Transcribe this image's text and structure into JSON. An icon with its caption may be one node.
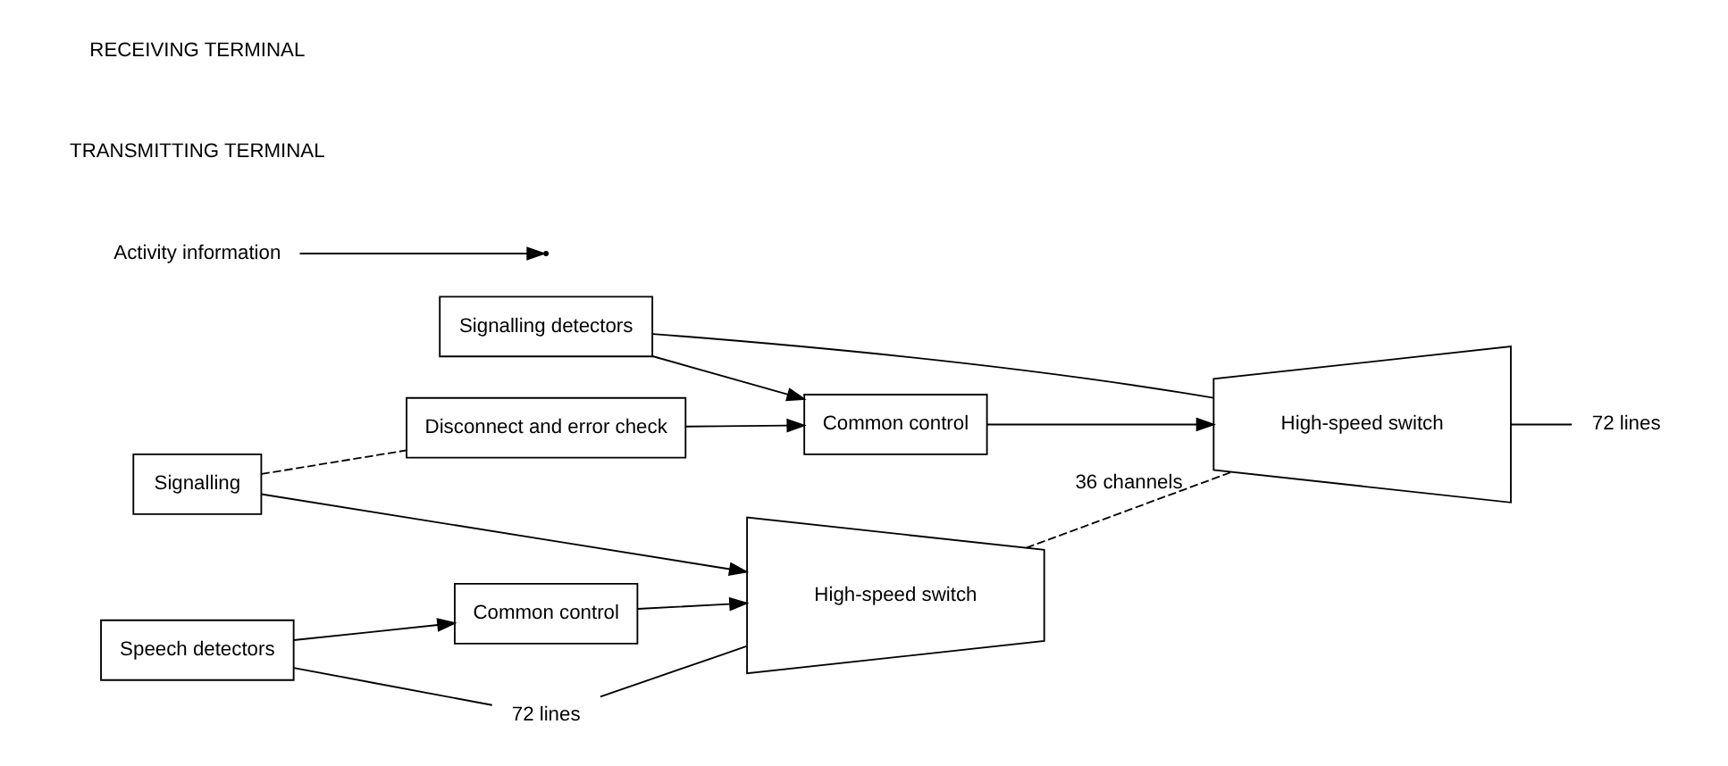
{
  "diagram": {
    "nodes": [
      {
        "text": [
          "72 lines"
        ]
      },
      {
        "text": [
          "High-speed switch"
        ]
      },
      {
        "text": [
          "Speech detectors"
        ]
      },
      {
        "text": [
          "Common control"
        ]
      },
      {
        "text": [
          "Signalling"
        ]
      },
      {
        "text": [
          "High-speed switch"
        ]
      },
      {
        "text": [
          "72 lines"
        ]
      },
      {
        "text": [
          "Signalling detectors"
        ]
      },
      {
        "text": [
          "Common control"
        ]
      },
      {
        "text": [
          "Disconnect and error check"
        ]
      },
      {
        "text": [
          "Activity information"
        ]
      }
    ],
    "edges": [
      {
        "from": 0,
        "to": 1,
        "arrow": "none"
      },
      {
        "from": 2,
        "to": 0,
        "arrow": "none"
      },
      {
        "from": 2,
        "to": 3,
        "arrow": "to"
      },
      {
        "from": 3,
        "to": 1,
        "arrow": "to"
      },
      {
        "from": 4,
        "to": 1,
        "arrow": "to"
      },
      {
        "from": 1,
        "to": 5,
        "label": "36 channels",
        "arrow": "none",
        "style": "dashed"
      },
      {
        "from": 4,
        "to": 9,
        "arrow": "none",
        "style": "dashed"
      },
      {
        "from": 7,
        "to": 5,
        "arrow": "none"
      },
      {
        "from": 7,
        "to": 8,
        "arrow": "to"
      },
      {
        "from": 9,
        "to": 8,
        "arrow": "to"
      },
      {
        "from": 8,
        "to": 5,
        "arrow": "to"
      },
      {
        "from": 5,
        "to": 6,
        "arrow": "none"
      },
      {
        "from": 10,
        "to": null,
        "arrow": "to"
      }
    ],
    "labels": [
      "TRANSMITTING TERMINAL",
      "RECEIVING TERMINAL"
    ]
  }
}
